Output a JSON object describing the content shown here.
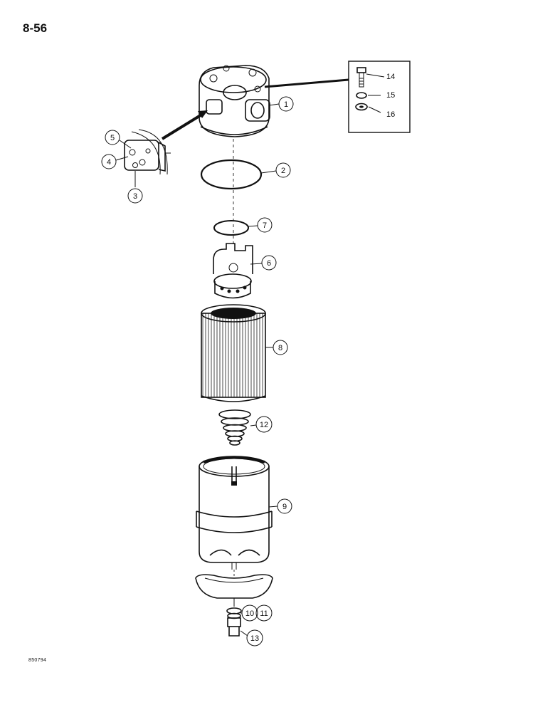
{
  "page": {
    "page_number": "8-56",
    "figure_code": "850794"
  },
  "callouts": [
    {
      "id": "c1",
      "label": "1"
    },
    {
      "id": "c2",
      "label": "2"
    },
    {
      "id": "c3",
      "label": "3"
    },
    {
      "id": "c4",
      "label": "4"
    },
    {
      "id": "c5",
      "label": "5"
    },
    {
      "id": "c6",
      "label": "6"
    },
    {
      "id": "c7",
      "label": "7"
    },
    {
      "id": "c8",
      "label": "8"
    },
    {
      "id": "c9",
      "label": "9"
    },
    {
      "id": "c10",
      "label": "10"
    },
    {
      "id": "c11",
      "label": "11"
    },
    {
      "id": "c12",
      "label": "12"
    },
    {
      "id": "c13",
      "label": "13"
    }
  ],
  "inset": {
    "labels": [
      "14",
      "15",
      "16"
    ]
  }
}
